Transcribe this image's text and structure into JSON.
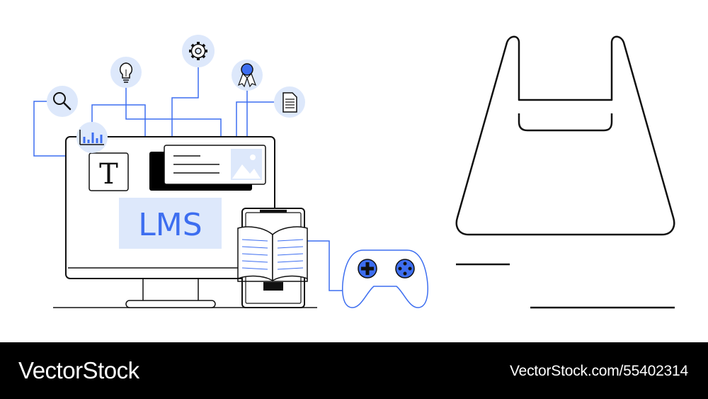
{
  "illustration": {
    "screen_label": "LMS",
    "text_tool_glyph": "T",
    "icons": [
      "search-icon",
      "lightbulb-icon",
      "gear-icon",
      "award-ribbon-icon",
      "document-icon",
      "bar-chart-icon",
      "image-placeholder-icon",
      "open-book-icon",
      "game-controller-icon",
      "plastic-bag-icon"
    ],
    "colors": {
      "accent": "#3d6ef0",
      "accent_light": "#dde8fb",
      "line": "#111111"
    }
  },
  "footer": {
    "brand": "VectorStock",
    "image_ref": "VectorStock.com/55402314"
  }
}
